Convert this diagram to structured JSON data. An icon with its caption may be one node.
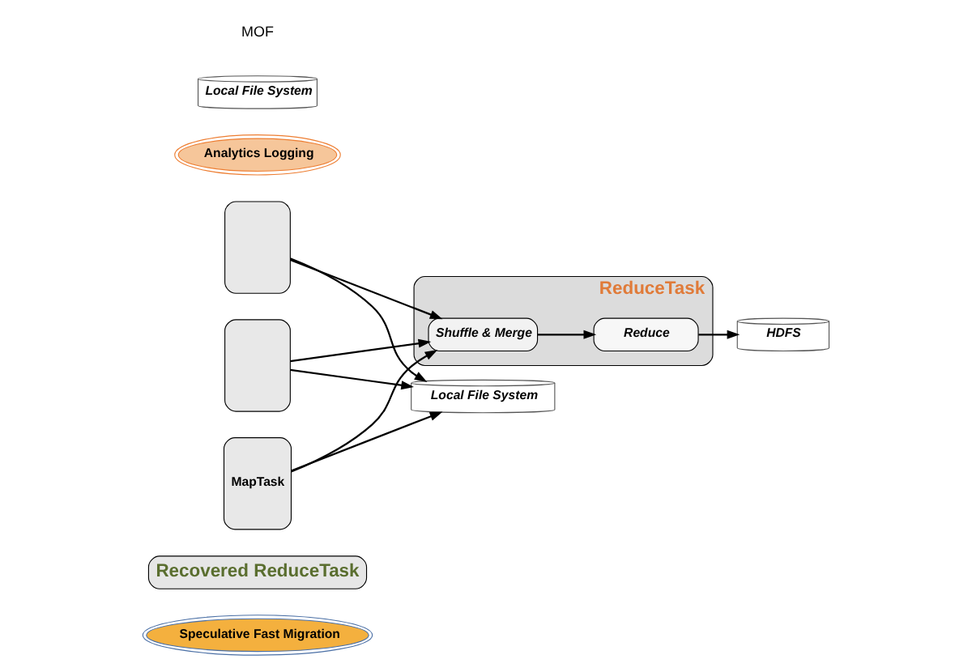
{
  "diagram": {
    "nodes": [
      {
        "text": [
          "Speculative Fast Migration"
        ]
      },
      {
        "text": [
          "Recovered ReduceTask"
        ]
      },
      {
        "text": [],
        "shape": "box"
      },
      {
        "text": [],
        "shape": "box"
      },
      {
        "text": [
          "MapTask"
        ]
      },
      {
        "text": [
          "ReduceTask"
        ]
      },
      {
        "text": [
          "Shuffle & Merge"
        ],
        "in": 5
      },
      {
        "text": [
          "Reduce"
        ],
        "in": 5
      },
      {
        "text": [
          "Analytics Logging"
        ]
      },
      {
        "text": [
          "Local File System"
        ]
      },
      {
        "text": [
          "Local File System"
        ]
      },
      {
        "text": [
          "HDFS"
        ]
      }
    ],
    "edges": [
      {
        "from": 2,
        "to": 6,
        "arrow": "to"
      },
      {
        "from": 3,
        "to": 6,
        "arrow": "to"
      },
      {
        "from": 4,
        "to": 6,
        "arrow": "to"
      },
      {
        "from": 4,
        "to": 9,
        "arrow": "to"
      },
      {
        "from": 3,
        "to": 9,
        "arrow": "to"
      },
      {
        "from": 2,
        "to": 9,
        "arrow": "to"
      },
      {
        "from": 6,
        "to": 7,
        "arrow": "to"
      },
      {
        "from": 7,
        "to": 11,
        "arrow": "to"
      }
    ],
    "labels": [
      "MOF"
    ]
  }
}
